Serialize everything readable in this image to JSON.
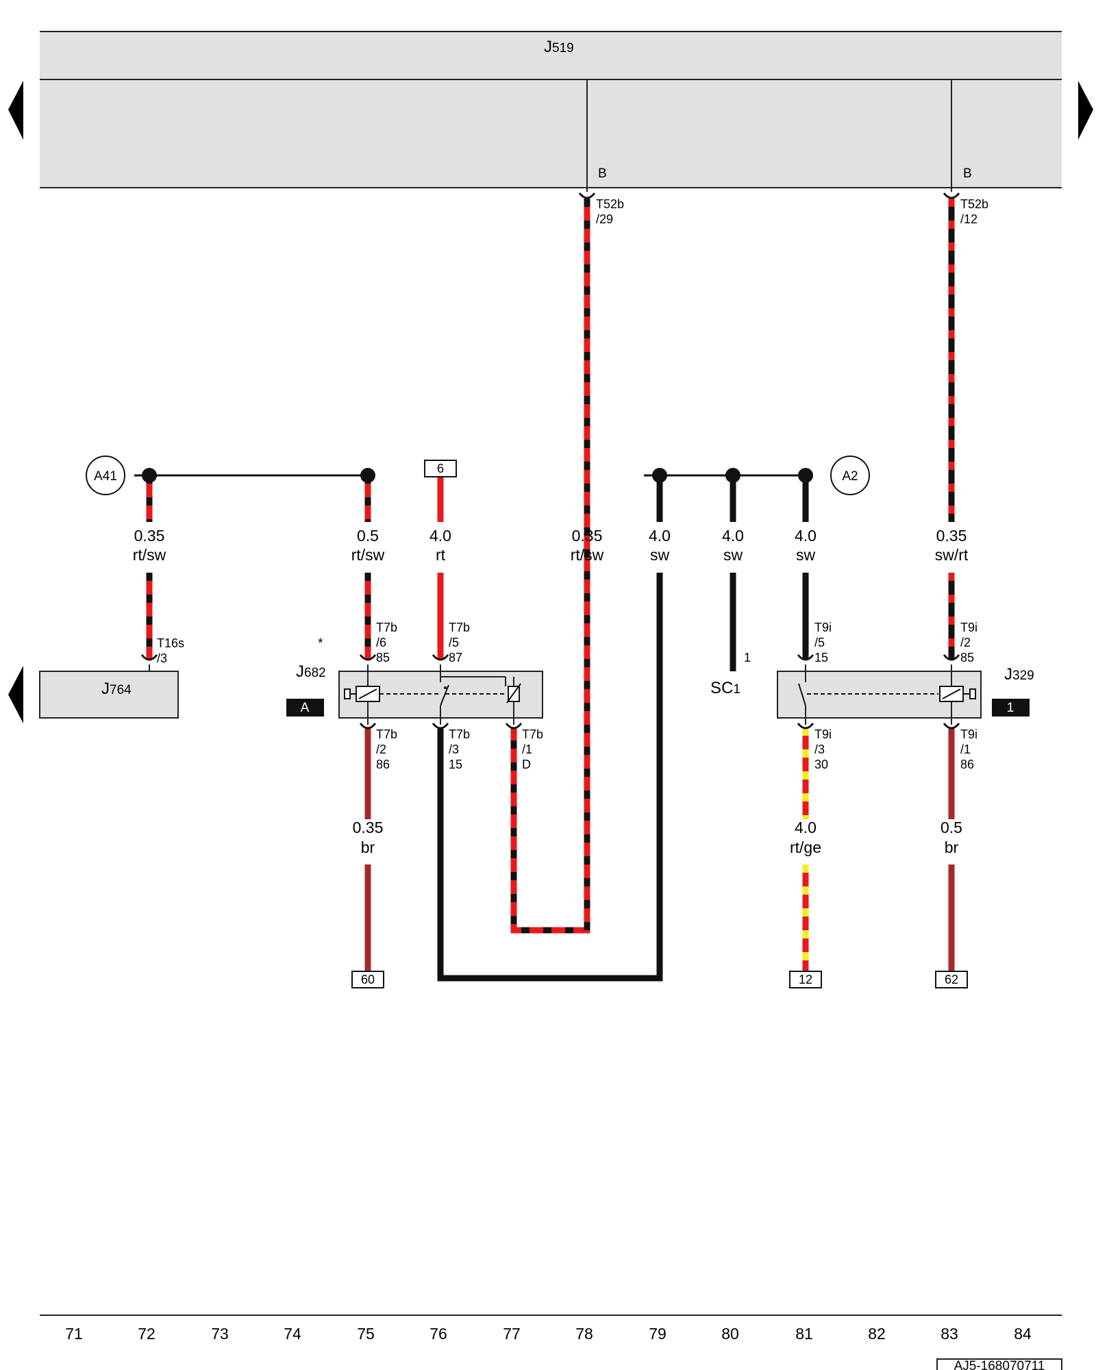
{
  "control_units": {
    "j519": {
      "name_main": "J",
      "name_sub": "519"
    },
    "j764": {
      "name_main": "J",
      "name_sub": "764"
    },
    "j682": {
      "name_main": "J",
      "name_sub": "682",
      "asterisk": "*",
      "badge": "A"
    },
    "j329": {
      "name_main": "J",
      "name_sub": "329",
      "badge": "1"
    },
    "sc1": {
      "name_main": "SC",
      "name_sub": "1",
      "pin": "1"
    }
  },
  "connection_points": {
    "a41": "A41",
    "a2": "A2",
    "b_left": "B",
    "b_right": "B"
  },
  "connectors": {
    "t52b_29": {
      "name": "T52b",
      "pin": "/29"
    },
    "t52b_12": {
      "name": "T52b",
      "pin": "/12"
    },
    "t16s_3": {
      "name": "T16s",
      "pin": "/3"
    },
    "t7b_6": {
      "name": "T7b",
      "pin": "/6",
      "term": "85"
    },
    "t7b_5": {
      "name": "T7b",
      "pin": "/5",
      "term": "87"
    },
    "t7b_2": {
      "name": "T7b",
      "pin": "/2",
      "term": "86"
    },
    "t7b_3": {
      "name": "T7b",
      "pin": "/3",
      "term": "15"
    },
    "t7b_1": {
      "name": "T7b",
      "pin": "/1",
      "term": "D"
    },
    "t9i_5": {
      "name": "T9i",
      "pin": "/5",
      "term": "15"
    },
    "t9i_2": {
      "name": "T9i",
      "pin": "/2",
      "term": "85"
    },
    "t9i_3": {
      "name": "T9i",
      "pin": "/3",
      "term": "30"
    },
    "t9i_1": {
      "name": "T9i",
      "pin": "/1",
      "term": "86"
    }
  },
  "references": {
    "ref_6": "6",
    "ref_60": "60",
    "ref_12": "12",
    "ref_62": "62"
  },
  "wires": [
    {
      "id": "w72",
      "size": "0.35",
      "color": "rt/sw"
    },
    {
      "id": "w75top",
      "size": "0.5",
      "color": "rt/sw"
    },
    {
      "id": "w76",
      "size": "4.0",
      "color": "rt"
    },
    {
      "id": "w78",
      "size": "0.35",
      "color": "rt/sw"
    },
    {
      "id": "w79",
      "size": "4.0",
      "color": "sw"
    },
    {
      "id": "w80",
      "size": "4.0",
      "color": "sw"
    },
    {
      "id": "w81top",
      "size": "4.0",
      "color": "sw"
    },
    {
      "id": "w83top",
      "size": "0.35",
      "color": "sw/rt"
    },
    {
      "id": "w75bot",
      "size": "0.35",
      "color": "br"
    },
    {
      "id": "w81bot",
      "size": "4.0",
      "color": "rt/ge"
    },
    {
      "id": "w83bot",
      "size": "0.5",
      "color": "br"
    }
  ],
  "wire_colors": {
    "rt": "#e8191b",
    "sw": "#111111",
    "br": "#a42a2a",
    "ge": "#f2ef1e",
    "housing": "#e1e1e1"
  },
  "column_numbers": [
    "71",
    "72",
    "73",
    "74",
    "75",
    "76",
    "77",
    "78",
    "79",
    "80",
    "81",
    "82",
    "83",
    "84"
  ],
  "diagram_id": "AJ5-168070711"
}
